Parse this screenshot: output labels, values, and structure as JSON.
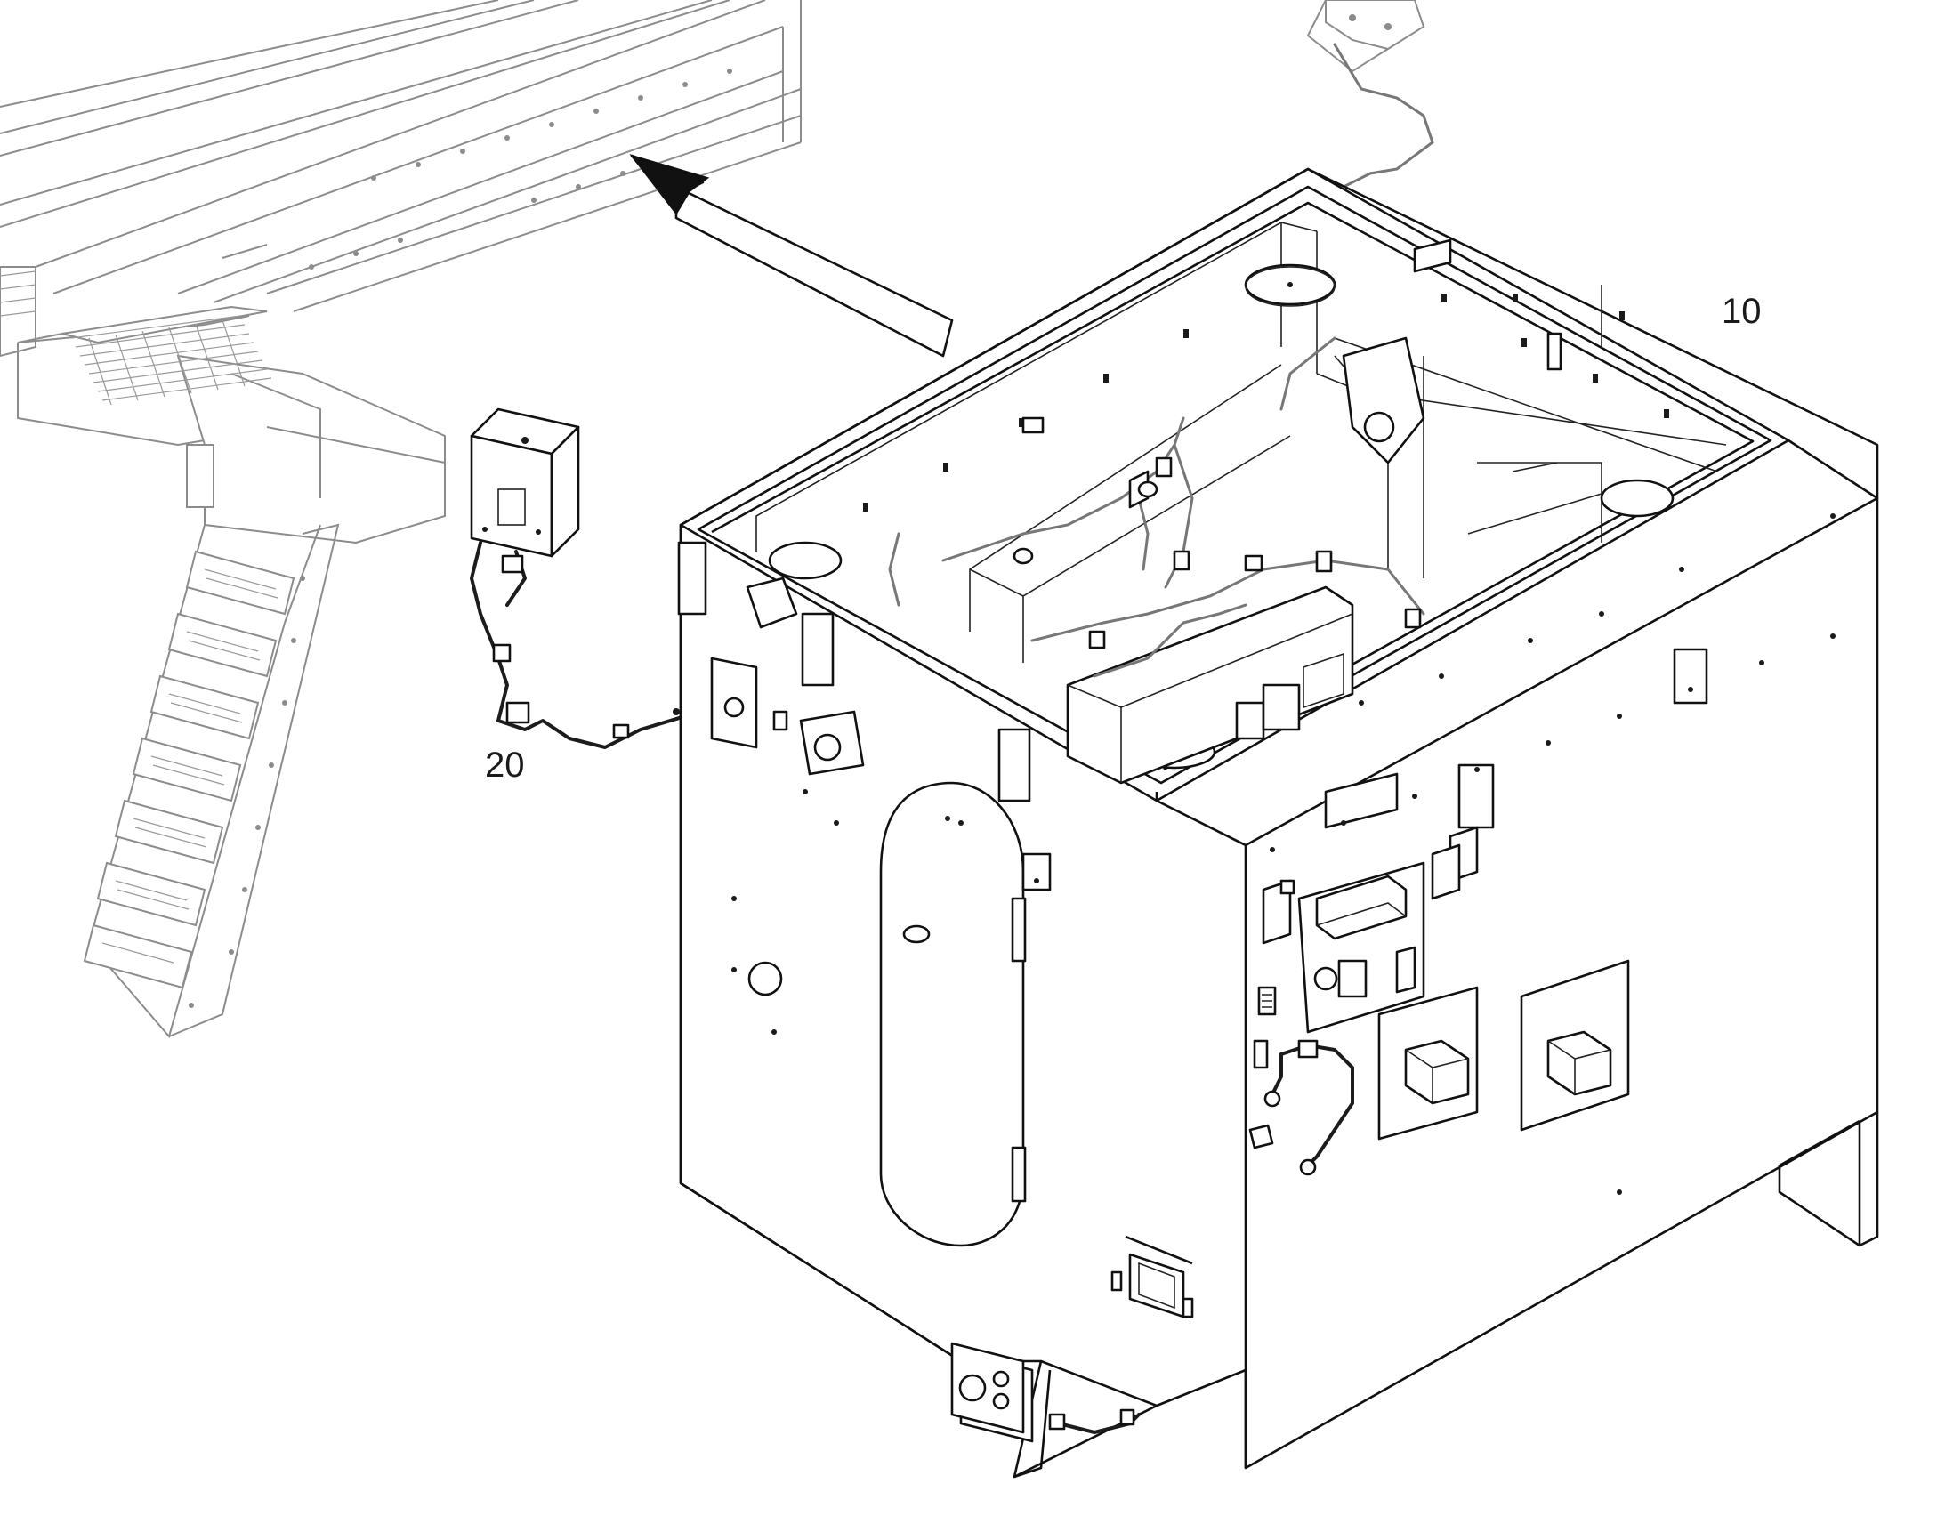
{
  "callouts": [
    {
      "id": "assembly",
      "label": "10"
    },
    {
      "id": "harness",
      "label": "20"
    }
  ],
  "colors": {
    "line": "#111111",
    "ghost_line": "#8c8c8c",
    "background": "#ffffff"
  }
}
